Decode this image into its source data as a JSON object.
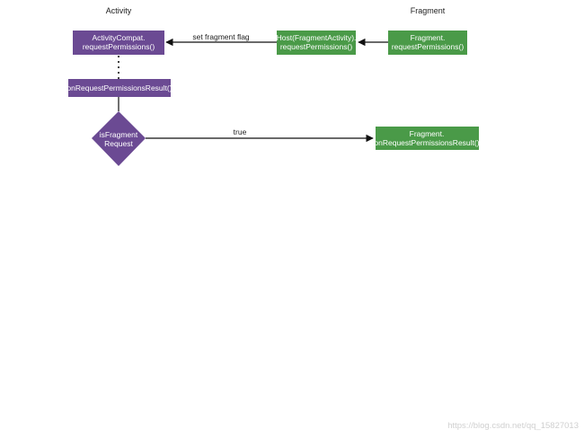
{
  "colors": {
    "activity_node": "#6b4a93",
    "fragment_node": "#4a9a48",
    "edge": "#111111"
  },
  "lanes": {
    "activity_title": "Activity",
    "fragment_title": "Fragment"
  },
  "nodes": {
    "activity_compat": {
      "line1": "ActivityCompat.",
      "line2": "requestPermissions()"
    },
    "host_request": {
      "line1": "Host(FragmentActivity).",
      "line2": "requestPermissions()"
    },
    "fragment_request": {
      "line1": "Fragment.",
      "line2": "requestPermissions()"
    },
    "activity_result": {
      "line1": "onRequestPermissionsResult()"
    },
    "decision": {
      "line1": "isFragment",
      "line2": "Request"
    },
    "fragment_result": {
      "line1": "Fragment.",
      "line2": "onRequestPermissionsResult()"
    }
  },
  "edges": {
    "set_flag_label": "set fragment flag",
    "true_label": "true"
  },
  "watermark": "https://blog.csdn.net/qq_15827013"
}
